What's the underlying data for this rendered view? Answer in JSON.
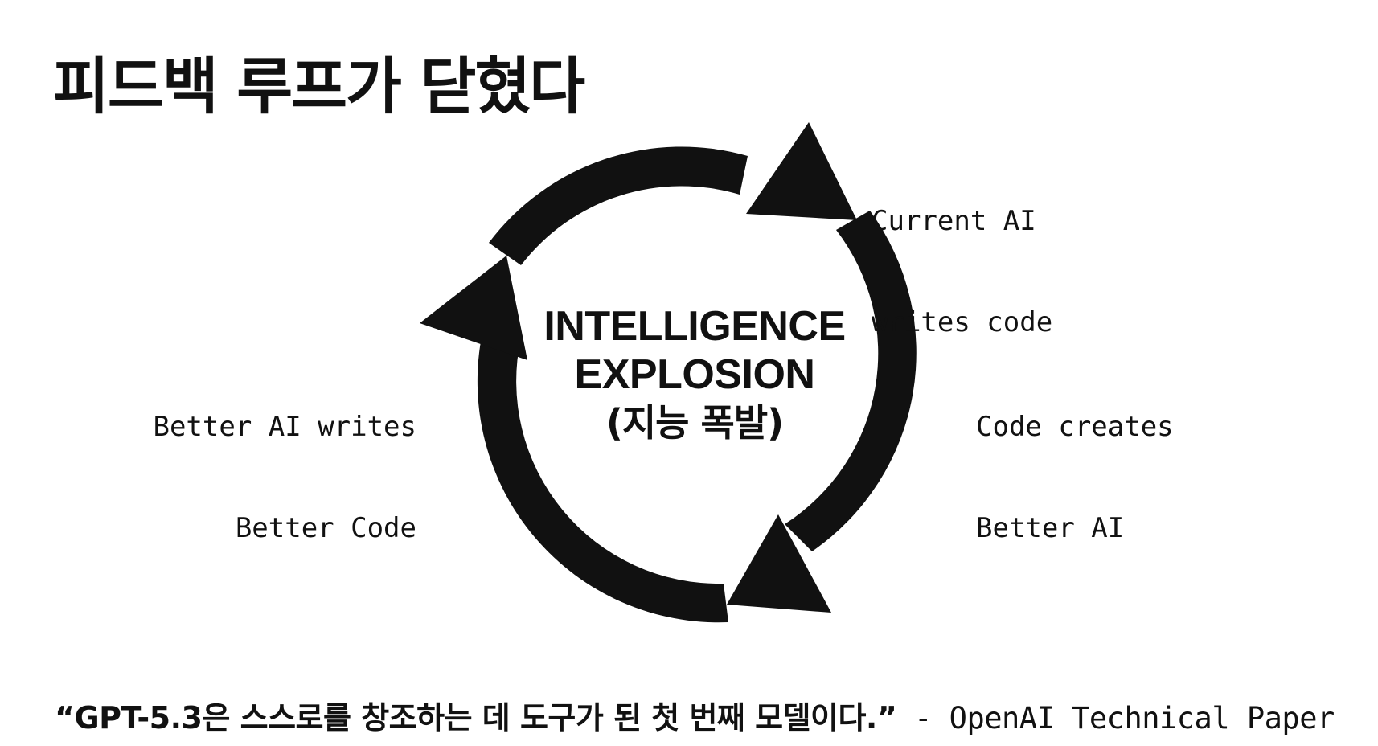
{
  "slide": {
    "title": "피드백 루프가 닫혔다",
    "center": {
      "line1": "INTELLIGENCE",
      "line2": "EXPLOSION",
      "line3": "(지능 폭발)"
    },
    "labels": {
      "top_right": [
        "Current AI",
        "writes code"
      ],
      "right": [
        "Code creates",
        "Better AI"
      ],
      "left": [
        "Better AI writes",
        "Better Code"
      ]
    },
    "quote": {
      "text": "“GPT-5.3은 스스로를 창조하는 데 도구가 된 첫 번째 모델이다.”",
      "source": " - OpenAI Technical Paper"
    }
  },
  "colors": {
    "background": "#ffffff",
    "foreground": "#111111"
  }
}
